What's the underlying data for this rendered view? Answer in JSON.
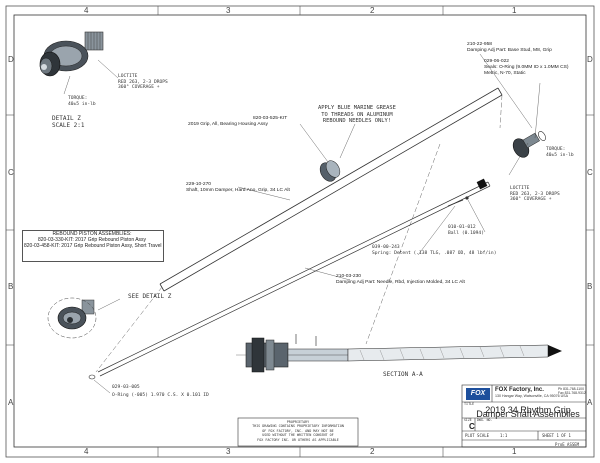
{
  "zones": {
    "top": [
      "4",
      "3",
      "2",
      "1"
    ],
    "bottom": [
      "4",
      "3",
      "2",
      "1"
    ],
    "left": [
      "D",
      "C",
      "B",
      "A"
    ],
    "right": [
      "D",
      "C",
      "B",
      "A"
    ]
  },
  "detail_z": {
    "caption_line1": "DETAIL  Z",
    "caption_line2": "SCALE  2:1",
    "loctite": [
      "LOCTITE",
      "RED 263, 2-3 DROPS",
      "360° COVERAGE +"
    ],
    "torque": [
      "TORQUE:",
      "40±5 in-lb"
    ]
  },
  "notes": {
    "grease": [
      "APPLY BLUE MARINE GREASE",
      "TO THREADS ON ALUMINUM",
      "REBOUND NEEDLES ONLY!"
    ]
  },
  "callouts": {
    "base_stud": [
      "210-22-958",
      "Damping Adj Part: Base Stud, M8, Grip"
    ],
    "oring_seal": [
      "029-06-022",
      "Seals: O-Ring (9.0MM ID x 1.0MM CS)",
      "Metric, N-70, Static"
    ],
    "bearing_housing": [
      "820-03-525-KIT",
      "2019 Grip, All, Bearing Housing Assy"
    ],
    "shaft": [
      "229-10-270",
      "Shaft, 10mm Damper, Hard Ano, Grip, 34 LC Alt"
    ],
    "ball": [
      "010-01-012",
      "Ball (0.1094)"
    ],
    "spring": [
      "039-00-243",
      "Spring: Detent (.138 TLG, .087 OD, 48 lbf/in)"
    ],
    "needle": [
      "210-03-230",
      "Damping Adj Part: Needle, Rbd, Injection Molded, 34 LC Alt"
    ],
    "oring_small": [
      "029-03-005",
      "O-Ring (-005) 1.970 C.S. X 0.101 ID"
    ],
    "torque_right": [
      "TORQUE:",
      "40±5 in-lb"
    ],
    "loctite_right": [
      "LOCTITE",
      "RED 263, 2-3 DROPS",
      "360° COVERAGE +"
    ]
  },
  "rebound_piston": {
    "heading": "REBOUND PISTON ASSEMBLIES:",
    "line1": "820-03-330-KIT: 2017 Grip Rebound Piston Assy",
    "line2": "820-03-458-KIT: 2017 Grip Rebound Piston Assy, Short Travel"
  },
  "see_detail": "SEE DETAIL  Z",
  "section_label": "SECTION  A-A",
  "proprietary": [
    "PROPRIETARY",
    "THIS DRAWING CONTAINS PROPRIETARY INFORMATION",
    "OF FOX FACTORY, INC. AND MAY NOT BE",
    "USED WITHOUT THE WRITTEN CONSENT OF",
    "FOX FACTORY INC. OR OTHERS AS APPLICABLE"
  ],
  "title_block": {
    "logo": "FOX",
    "company": "FOX Factory, Inc.",
    "address": "130 Hangar Way, Watsonville, CA 95076 USA",
    "phone": [
      "Ph 831-768-1100",
      "Fax 831-768-9312"
    ],
    "title_label": "TITLE",
    "title_line1": "2019 34 Rhythm Grip",
    "title_line2": "Damper Shaft Assemblies",
    "size_label": "SIZE",
    "dwg_label": "DWG. NO.",
    "rev": "C",
    "plot_scale_label": "PLOT SCALE",
    "plot_scale": "1:1",
    "sheet": "SHEET 1 OF 1",
    "user": "ProE ASSEM"
  },
  "colors": {
    "line": "#333333",
    "fox_blue": "#1d4f9c",
    "part_dark": "#3a3f44",
    "part_light": "#b9c3cc"
  }
}
